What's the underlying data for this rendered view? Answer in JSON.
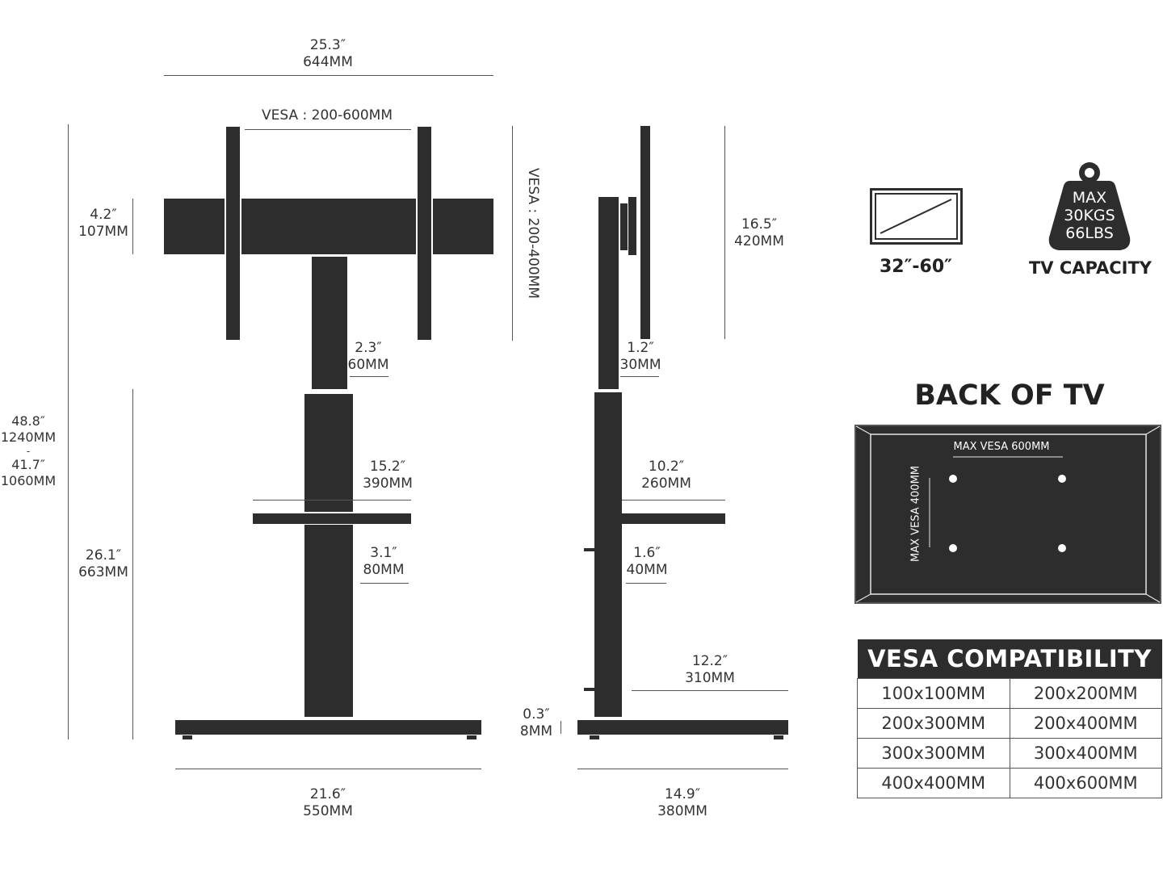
{
  "front_view": {
    "overall_width": {
      "in": "25.3″",
      "mm": "644MM"
    },
    "vesa_horizontal": "VESA : 200-600MM",
    "vesa_vertical": "VESA : 200-400MM",
    "crossbar_height": {
      "in": "4.2″",
      "mm": "107MM"
    },
    "column_width": {
      "in": "2.3″",
      "mm": "60MM"
    },
    "total_height": {
      "max_in": "48.8″",
      "max_mm": "1240MM",
      "sep": "-",
      "min_in": "41.7″",
      "min_mm": "1060MM"
    },
    "shelf_width": {
      "in": "15.2″",
      "mm": "390MM"
    },
    "shelf_column_width": {
      "in": "3.1″",
      "mm": "80MM"
    },
    "shelf_height": {
      "in": "26.1″",
      "mm": "663MM"
    },
    "base_width": {
      "in": "21.6″",
      "mm": "550MM"
    }
  },
  "side_view": {
    "bracket_height": {
      "in": "16.5″",
      "mm": "420MM"
    },
    "column_depth": {
      "in": "1.2″",
      "mm": "30MM"
    },
    "shelf_depth": {
      "in": "10.2″",
      "mm": "260MM"
    },
    "shelf_thickness": {
      "in": "1.6″",
      "mm": "40MM"
    },
    "base_front": {
      "in": "12.2″",
      "mm": "310MM"
    },
    "base_thickness": {
      "in": "0.3″",
      "mm": "8MM"
    },
    "base_depth": {
      "in": "14.9″",
      "mm": "380MM"
    }
  },
  "capacity": {
    "screen_size": "32″-60″",
    "weight_lines": [
      "MAX",
      "30KGS",
      "66LBS"
    ],
    "label": "TV CAPACITY"
  },
  "back_of_tv": {
    "title": "BACK OF TV",
    "max_h": "MAX VESA 600MM",
    "max_v": "MAX VESA 400MM"
  },
  "vesa_table": {
    "header": "VESA COMPATIBILITY",
    "rows": [
      [
        "100x100MM",
        "200x200MM"
      ],
      [
        "200x300MM",
        "200x400MM"
      ],
      [
        "300x300MM",
        "300x400MM"
      ],
      [
        "400x400MM",
        "400x600MM"
      ]
    ]
  }
}
